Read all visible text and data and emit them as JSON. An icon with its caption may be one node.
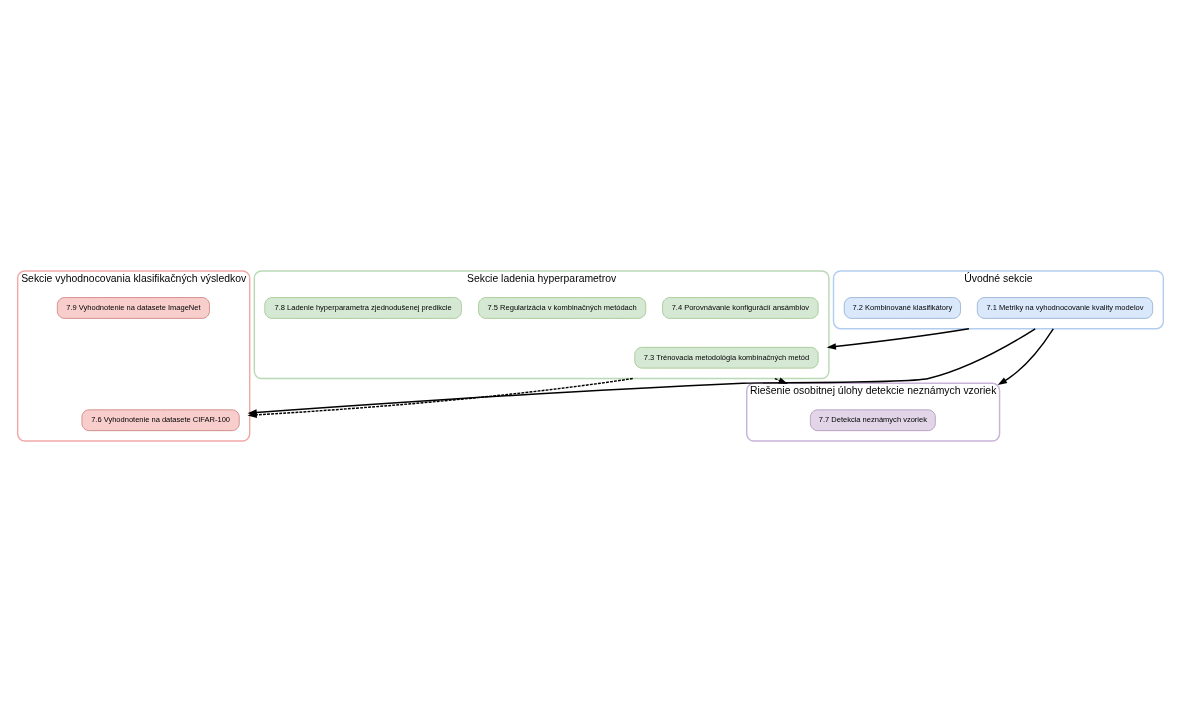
{
  "diagram": {
    "nodes": [
      {
        "text": [
          "Úvodné sekcie"
        ]
      },
      {
        "text": [
          "7.1 Metriky na vyhodnocovanie kvality modelov"
        ],
        "in": 0
      },
      {
        "text": [
          "7.2 Kombinované klasifikátory"
        ],
        "in": 0
      },
      {
        "text": [
          "Sekcie ladenia hyperparametrov"
        ]
      },
      {
        "text": [
          "7.3 Trénovacia metodológia kombinačných metód"
        ],
        "in": 3
      },
      {
        "text": [
          "7.4 Porovnávanie konfigurácií ansámblov"
        ],
        "in": 3
      },
      {
        "text": [
          "7.5 Regularizácia v kombinačných metódach"
        ],
        "in": 3
      },
      {
        "text": [
          "7.8 Ladenie hyperparametra zjednodušenej predikcie"
        ],
        "in": 3
      },
      {
        "text": [
          "Sekcie vyhodnocovania klasifikačných výsledkov"
        ]
      },
      {
        "text": [
          "7.6 Vyhodnotenie na datasete CIFAR-100"
        ],
        "in": 8
      },
      {
        "text": [
          "7.9 Vyhodnotenie na datasete ImageNet"
        ],
        "in": 8
      },
      {
        "text": [
          "Riešenie osobitnej úlohy detekcie neznámych vzoriek"
        ]
      },
      {
        "text": [
          "7.7 Detekcia neznámych vzoriek"
        ],
        "in": 11
      }
    ],
    "edges": [
      {
        "from": 0,
        "to": 3,
        "arrow": "to"
      },
      {
        "from": 0,
        "to": 8,
        "arrow": "to"
      },
      {
        "from": 3,
        "to": 8,
        "arrow": "to",
        "style": "dashed"
      },
      {
        "from": 0,
        "to": 11,
        "arrow": "to"
      },
      {
        "from": 3,
        "to": 11,
        "arrow": "to",
        "style": "dashed"
      }
    ]
  }
}
